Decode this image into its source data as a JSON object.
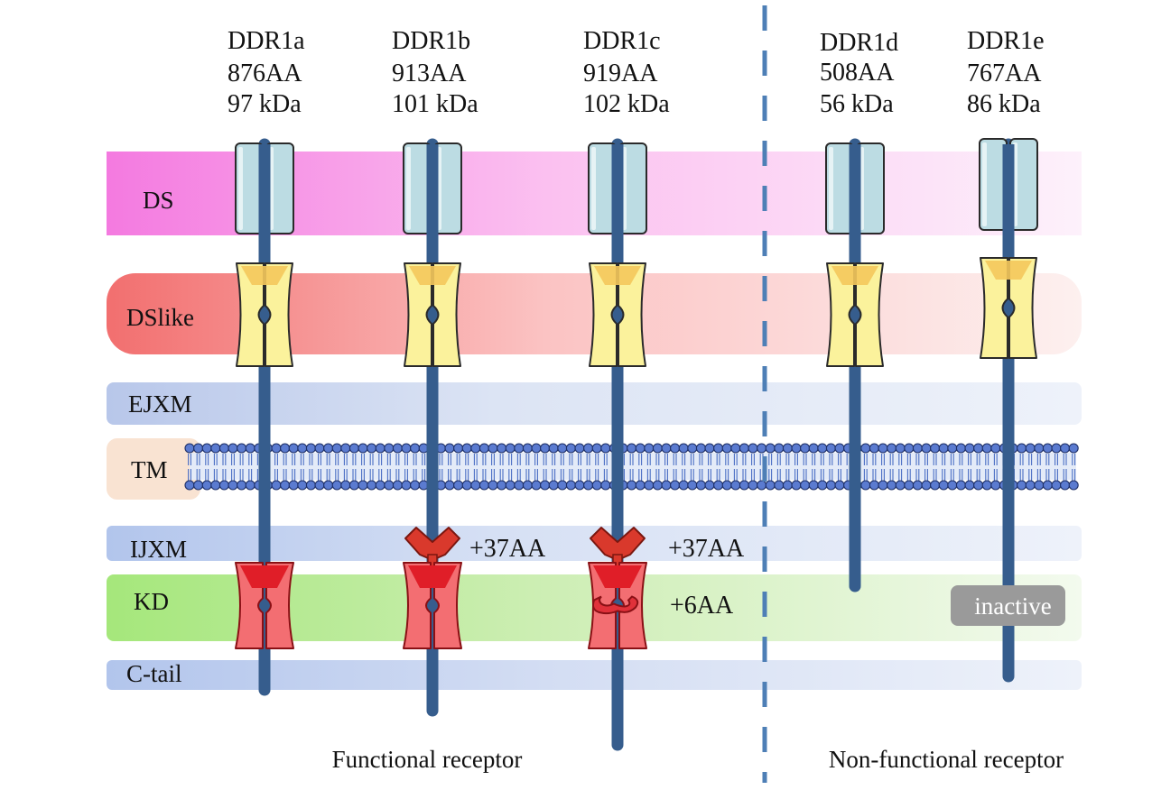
{
  "receptors": [
    {
      "name": "DDR1a",
      "length": "876AA",
      "mass": "97 kDa",
      "group": "functional",
      "ijxm_insert": "",
      "kd_insert": "",
      "kd_state": "active"
    },
    {
      "name": "DDR1b",
      "length": "913AA",
      "mass": "101 kDa",
      "group": "functional",
      "ijxm_insert": "+37AA",
      "kd_insert": "",
      "kd_state": "active"
    },
    {
      "name": "DDR1c",
      "length": "919AA",
      "mass": "102 kDa",
      "group": "functional",
      "ijxm_insert": "+37AA",
      "kd_insert": "+6AA",
      "kd_state": "active"
    },
    {
      "name": "DDR1d",
      "length": "508AA",
      "mass": "56 kDa",
      "group": "non-functional",
      "ijxm_insert": "",
      "kd_insert": "",
      "kd_state": "absent"
    },
    {
      "name": "DDR1e",
      "length": "767AA",
      "mass": "86 kDa",
      "group": "non-functional",
      "ijxm_insert": "",
      "kd_insert": "",
      "kd_state": "inactive"
    }
  ],
  "domains": [
    {
      "key": "ds",
      "label": "DS",
      "color": "#f57ae0"
    },
    {
      "key": "dslike",
      "label": "DSlike",
      "color": "#f26f6f"
    },
    {
      "key": "ejxm",
      "label": "EJXM",
      "color": "#b9c7ea"
    },
    {
      "key": "tm",
      "label": "TM",
      "color": "#f9e3d2"
    },
    {
      "key": "ijxm",
      "label": "IJXM",
      "color": "#b3c6ec"
    },
    {
      "key": "kd",
      "label": "KD",
      "color": "#a6e87e"
    },
    {
      "key": "ctail",
      "label": "C-tail",
      "color": "#b3c6ec"
    }
  ],
  "inactive_badge": "inactive",
  "group_labels": {
    "functional": "Functional receptor",
    "non_functional": "Non-functional receptor"
  },
  "colors": {
    "backbone": "#365d8d",
    "ds_module": "#bcdce3",
    "dslike_module": "#fbf29c",
    "kinase": "#e8383b",
    "membrane_head": "#5b7bd0",
    "divider": "#4e7fb6",
    "badge": "#9a9a9a"
  }
}
